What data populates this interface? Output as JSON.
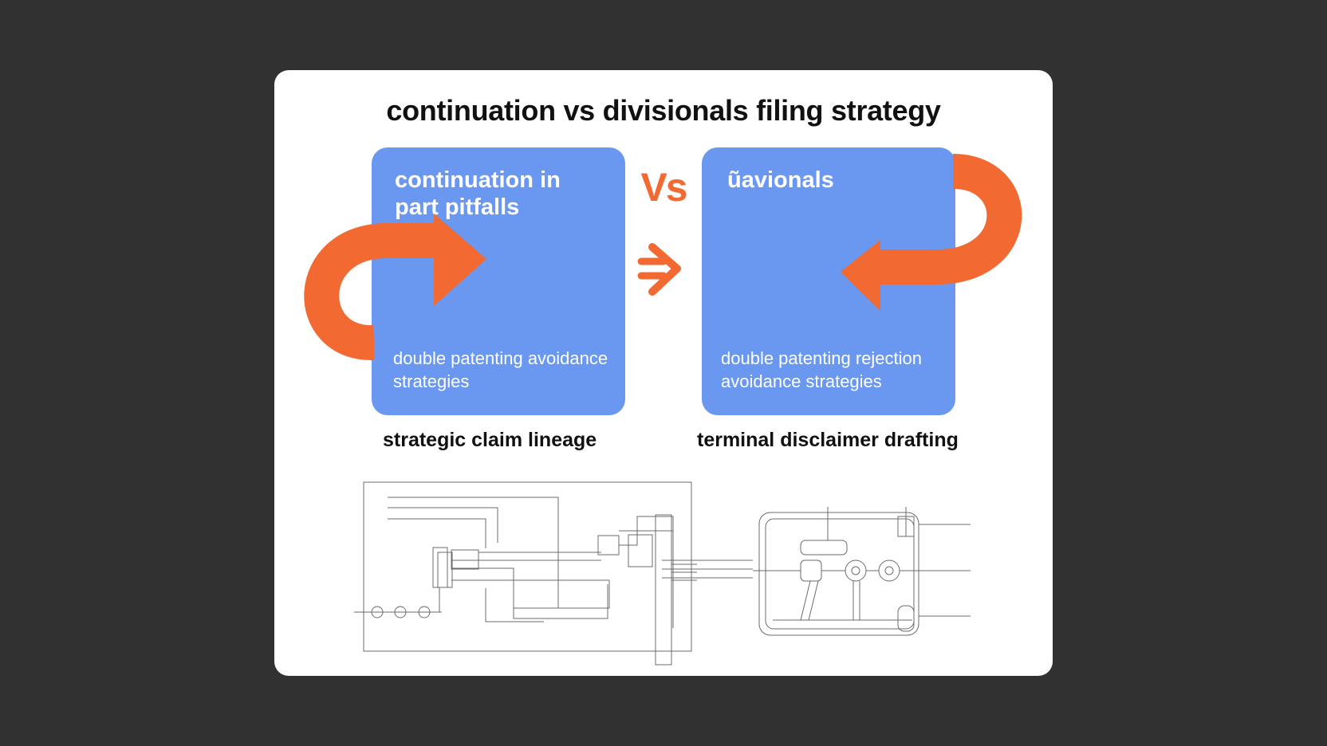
{
  "title": "continuation vs divisionals filing strategy",
  "vs_label": "Vs",
  "left_panel": {
    "title": "continuation in part pitfalls",
    "subtitle": "double patenting avoidance strategies"
  },
  "right_panel": {
    "title": "ũavionals",
    "subtitle": "double patenting rejection avoidance strategies"
  },
  "captions": {
    "left": "strategic claim lineage",
    "right": "terminal disclaimer drafting"
  },
  "colors": {
    "background": "#313131",
    "card": "#ffffff",
    "panel": "#6a98f0",
    "accent": "#f26a32"
  }
}
